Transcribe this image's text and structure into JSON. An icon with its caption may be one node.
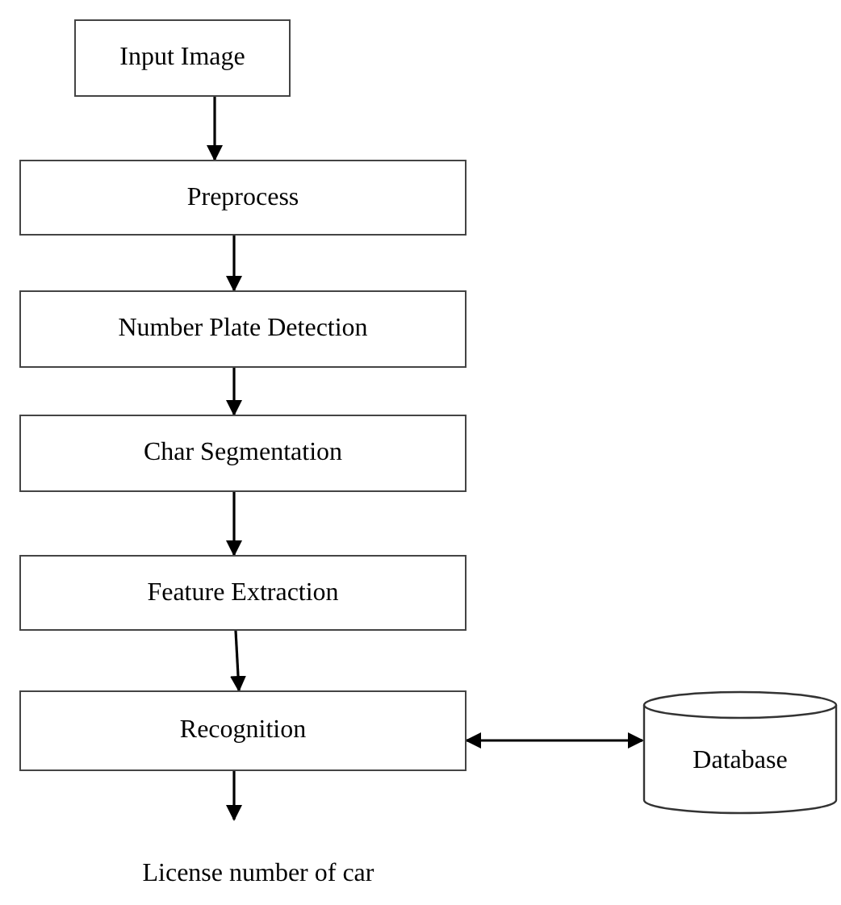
{
  "diagram": {
    "nodes": [
      {
        "text": [
          "Input Image"
        ]
      },
      {
        "text": [
          "Preprocess"
        ]
      },
      {
        "text": [
          "Number Plate Detection"
        ]
      },
      {
        "text": [
          "Char Segmentation"
        ]
      },
      {
        "text": [
          "Feature Extraction"
        ]
      },
      {
        "text": [
          "Recognition"
        ]
      },
      {
        "text": [
          "Database"
        ]
      },
      {
        "text": [
          "License number of car"
        ]
      }
    ],
    "edges": [
      {
        "from": 0,
        "to": 1,
        "arrow": "to"
      },
      {
        "from": 1,
        "to": 2,
        "arrow": "to"
      },
      {
        "from": 2,
        "to": 3,
        "arrow": "to"
      },
      {
        "from": 3,
        "to": 4,
        "arrow": "to"
      },
      {
        "from": 4,
        "to": 5,
        "arrow": "to"
      },
      {
        "from": 5,
        "to": 6,
        "arrow": "both"
      },
      {
        "from": 5,
        "to": 7,
        "arrow": "to"
      }
    ]
  }
}
